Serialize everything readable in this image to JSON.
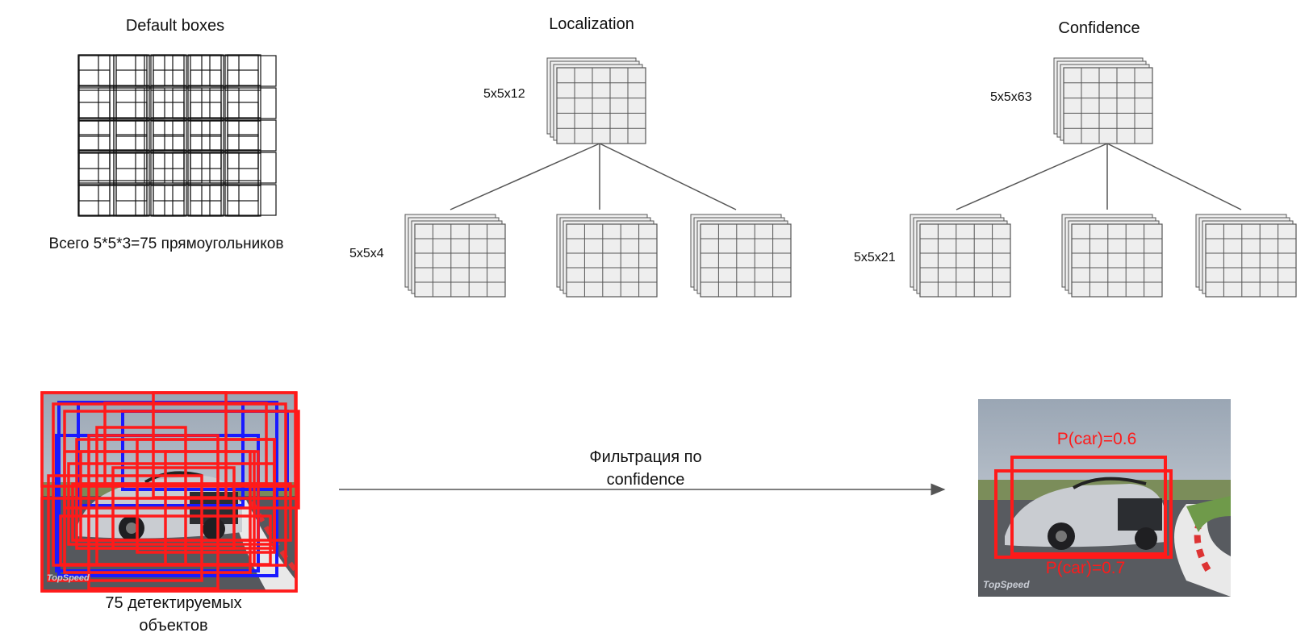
{
  "default_boxes": {
    "title": "Default boxes",
    "caption": "Всего 5*5*3=75 прямоугольников"
  },
  "localization": {
    "title": "Localization",
    "stack_label": "5x5x12",
    "sub_label": "5x5x4"
  },
  "confidence": {
    "title": "Confidence",
    "stack_label": "5x5x63",
    "sub_label": "5x5x21"
  },
  "detections": {
    "caption_line1": "75 детектируемых",
    "caption_line2": "объектов",
    "watermark": "TopSpeed"
  },
  "filter": {
    "label_line1": "Фильтрация по",
    "label_line2": "confidence"
  },
  "result": {
    "box1_label": "P(car)=0.6",
    "box2_label": "P(car)=0.7",
    "watermark": "TopSpeed"
  },
  "colors": {
    "grid_fill": "#eeeeee",
    "grid_line": "#555555",
    "box_red": "#ff1a1a",
    "box_blue": "#1a1aff",
    "arrow": "#555555"
  }
}
